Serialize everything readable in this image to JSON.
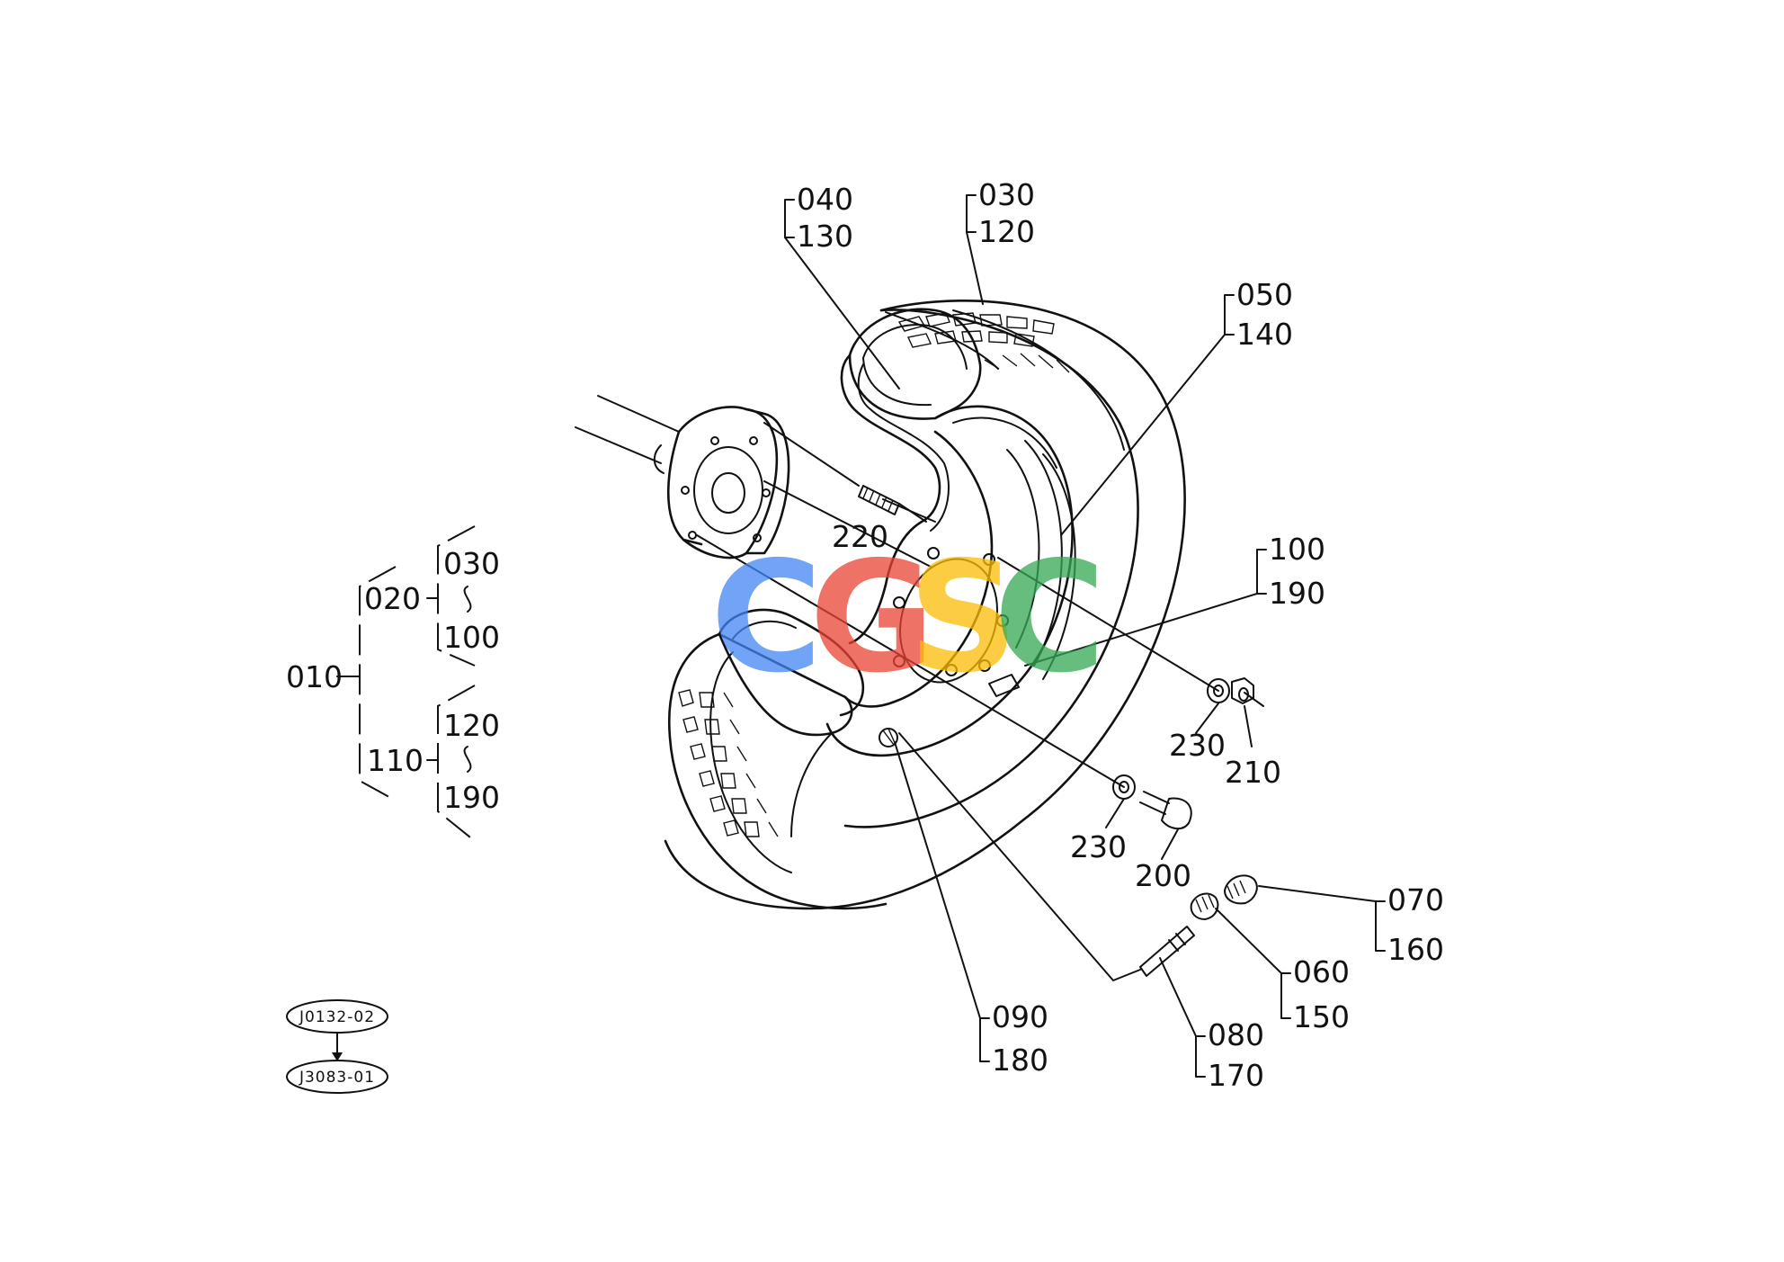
{
  "callouts": {
    "p040": "040",
    "p130": "130",
    "p030": "030",
    "p120": "120",
    "p050": "050",
    "p140": "140",
    "p220": "220",
    "p100": "100",
    "p190": "190",
    "p230a": "230",
    "p210": "210",
    "p230b": "230",
    "p200": "200",
    "p070": "070",
    "p160": "160",
    "p060": "060",
    "p150": "150",
    "p080": "080",
    "p170": "170",
    "p090": "090",
    "p180": "180"
  },
  "tree": {
    "root": "010",
    "a": "020",
    "a_from": "030",
    "a_to": "100",
    "b": "110",
    "b_from": "120",
    "b_to": "190"
  },
  "refs": {
    "top": "J0132-02",
    "bottom": "J3083-01"
  },
  "watermark": {
    "letters": [
      "C",
      "G",
      "S",
      "C"
    ],
    "colors": [
      "#4285F4",
      "#EA4335",
      "#FBBC05",
      "#34A853"
    ]
  }
}
